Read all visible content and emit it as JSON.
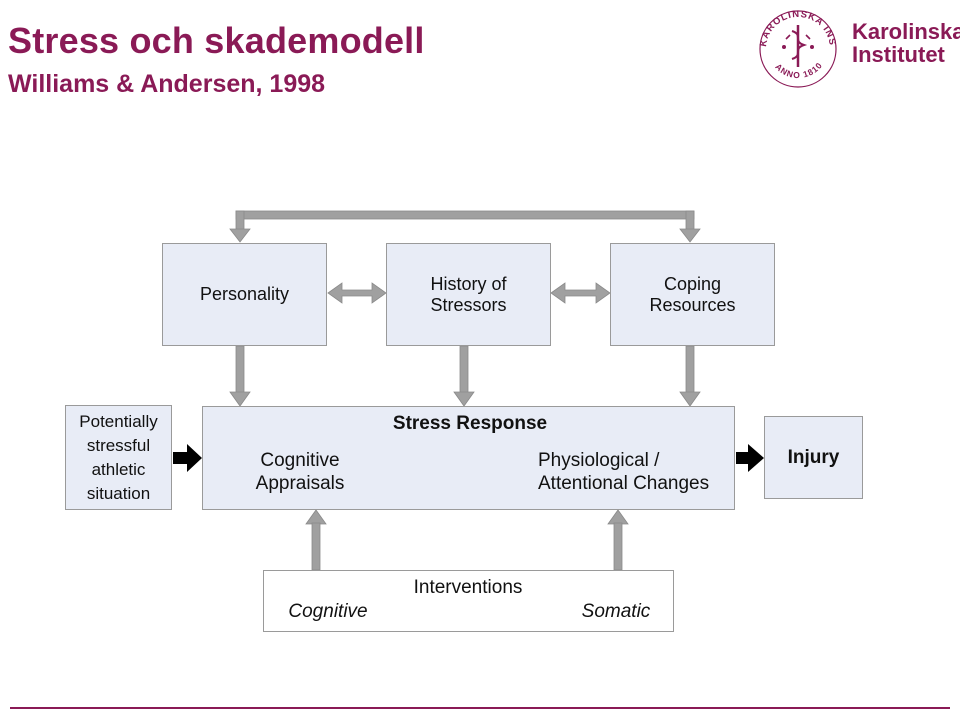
{
  "header": {
    "title": "Stress och skademodell",
    "subtitle": "Williams & Andersen, 1998"
  },
  "logo": {
    "seal_text": "KAROLINSKA INSTITUTET · ANNO 1810",
    "word_line1": "Karolinska",
    "word_line2": "Institutet",
    "color": "#8a1a56"
  },
  "diagram": {
    "personality": "Personality",
    "history_line1": "History of",
    "history_line2": "Stressors",
    "coping_line1": "Coping",
    "coping_line2": "Resources",
    "situation_lines": [
      "Potentially",
      "stressful",
      "athletic",
      "situation"
    ],
    "stress_response_title": "Stress Response",
    "cognitive_line1": "Cognitive",
    "cognitive_line2": "Appraisals",
    "physio_line1": "Physiological /",
    "physio_line2": "Attentional Changes",
    "injury": "Injury",
    "interventions_title": "Interventions",
    "interventions_left": "Cognitive",
    "interventions_right": "Somatic"
  },
  "colors": {
    "box_fill": "#e8ecf6",
    "arrow_grey": "#a0a0a0",
    "arrow_black": "#000000",
    "brand": "#8a1a56"
  }
}
